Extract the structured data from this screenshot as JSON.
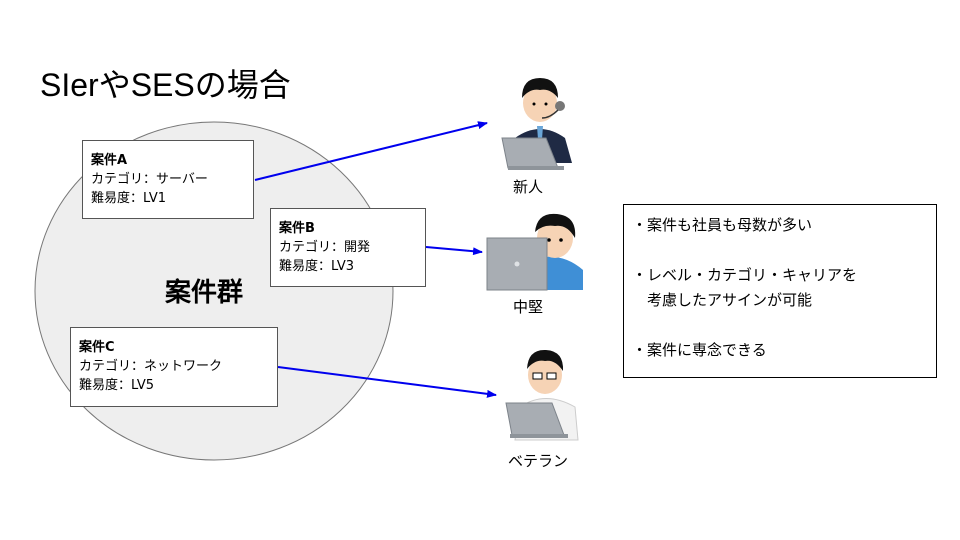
{
  "title": "SIerやSESの場合",
  "group": {
    "label": "案件群",
    "fill": "#eeeeee",
    "stroke": "#777777"
  },
  "arrow_color": "#0000ee",
  "projects": [
    {
      "name": "案件A",
      "category": "カテゴリ：サーバー",
      "difficulty": "難易度：LV1"
    },
    {
      "name": "案件B",
      "category": "カテゴリ：開発",
      "difficulty": "難易度：LV3"
    },
    {
      "name": "案件C",
      "category": "カテゴリ：ネットワーク",
      "difficulty": "難易度：LV5"
    }
  ],
  "people": [
    {
      "label": "新人",
      "icon": "headset-worker-laptop-icon"
    },
    {
      "label": "中堅",
      "icon": "focused-worker-laptop-icon"
    },
    {
      "label": "ベテラン",
      "icon": "veteran-worker-laptop-icon"
    }
  ],
  "notes": [
    "・案件も社員も母数が多い",
    "",
    "・レベル・カテゴリ・キャリアを",
    "　考慮したアサインが可能",
    "",
    "・案件に専念できる"
  ]
}
